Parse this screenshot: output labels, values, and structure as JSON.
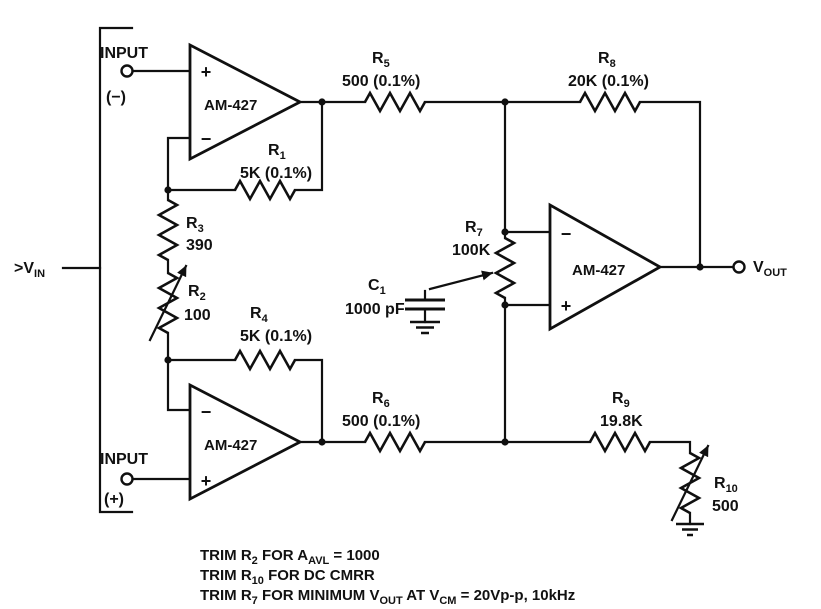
{
  "meta": {
    "ink": "#101010",
    "background": "#ffffff"
  },
  "opamps": {
    "a1": {
      "label": "AM-427",
      "top_pin": "+",
      "bottom_pin": "−"
    },
    "a2": {
      "label": "AM-427",
      "top_pin": "−",
      "bottom_pin": "+"
    },
    "a3": {
      "label": "AM-427",
      "top_pin": "−",
      "bottom_pin": "+"
    }
  },
  "terminals": {
    "vin": {
      "prefix": ">V",
      "sub": "IN"
    },
    "input_neg": {
      "label": "INPUT",
      "polarity": "(−)"
    },
    "input_pos": {
      "label": "INPUT",
      "polarity": "(+)"
    },
    "vout": {
      "prefix": "V",
      "sub": "OUT"
    }
  },
  "components": {
    "r1": {
      "ref": "R",
      "sub": "1",
      "value": "5K (0.1%)"
    },
    "r2": {
      "ref": "R",
      "sub": "2",
      "value": "100"
    },
    "r3": {
      "ref": "R",
      "sub": "3",
      "value": "390"
    },
    "r4": {
      "ref": "R",
      "sub": "4",
      "value": "5K (0.1%)"
    },
    "r5": {
      "ref": "R",
      "sub": "5",
      "value": "500 (0.1%)"
    },
    "r6": {
      "ref": "R",
      "sub": "6",
      "value": "500 (0.1%)"
    },
    "r7": {
      "ref": "R",
      "sub": "7",
      "value": "100K"
    },
    "r8": {
      "ref": "R",
      "sub": "8",
      "value": "20K (0.1%)"
    },
    "r9": {
      "ref": "R",
      "sub": "9",
      "value": "19.8K"
    },
    "r10": {
      "ref": "R",
      "sub": "10",
      "value": "500"
    },
    "c1": {
      "ref": "C",
      "sub": "1",
      "value": "1000 pF"
    }
  },
  "notes": {
    "line1": {
      "s1": "TRIM R",
      "sub1": "2",
      "s2": " FOR A",
      "sub2": "AVL",
      "s3": " = 1000"
    },
    "line2": {
      "s1": "TRIM R",
      "sub1": "10",
      "s2": " FOR DC CMRR"
    },
    "line3": {
      "s1": "TRIM R",
      "sub1": "7",
      "s2": " FOR MINIMUM V",
      "sub2": "OUT",
      "s3": " AT V",
      "sub3": "CM",
      "s4": " = 20Vp-p, 10kHz"
    }
  }
}
